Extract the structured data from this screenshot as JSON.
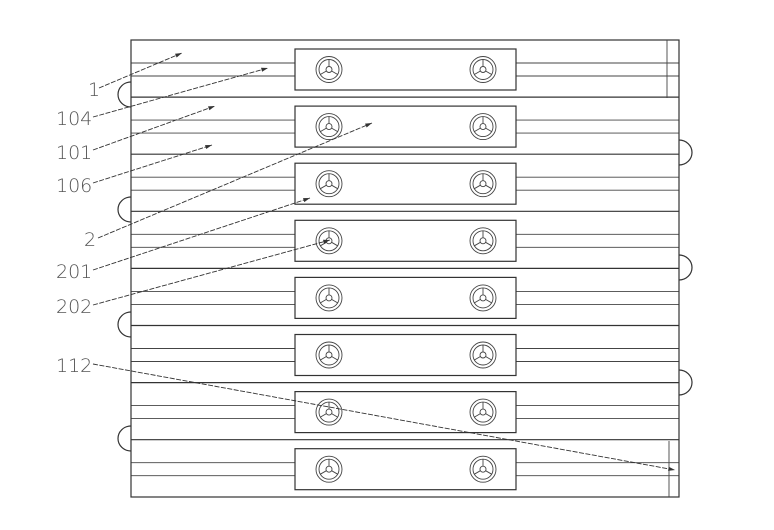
{
  "figure": {
    "labels": [
      {
        "id": "1",
        "text": "1"
      },
      {
        "id": "104",
        "text": "104"
      },
      {
        "id": "101",
        "text": "101"
      },
      {
        "id": "106",
        "text": "106"
      },
      {
        "id": "2",
        "text": "2"
      },
      {
        "id": "201",
        "text": "201"
      },
      {
        "id": "202",
        "text": "202"
      },
      {
        "id": "112",
        "text": "112"
      }
    ],
    "row_count": 8
  }
}
